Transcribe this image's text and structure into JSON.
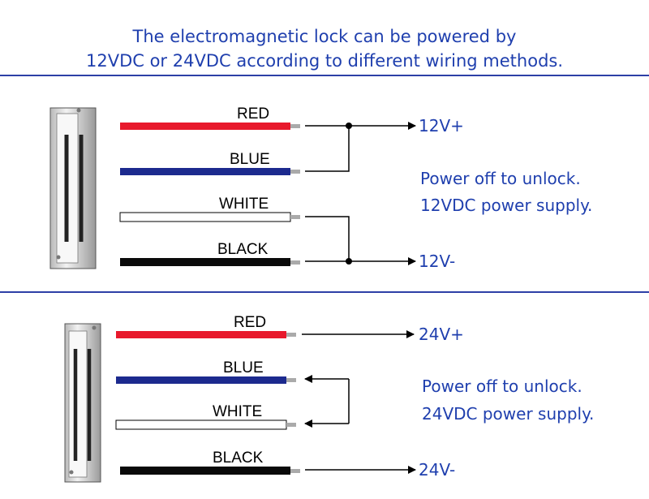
{
  "header": {
    "line1": "The electromagnetic lock can be powered by",
    "line2": "12VDC or 24VDC according to different wiring methods."
  },
  "colors": {
    "accent_blue": "#1f3fae",
    "divider": "#2d3fa6",
    "wire_red": "#e8192c",
    "wire_blue": "#1c2a8e",
    "wire_white": "#ffffff",
    "wire_black": "#0a0a0a"
  },
  "diagram12": {
    "wires": {
      "red": "RED",
      "blue": "BLUE",
      "white": "WHITE",
      "black": "BLACK"
    },
    "terminals": {
      "positive": "12V+",
      "negative": "12V-"
    },
    "note_line1": "Power off to unlock.",
    "note_line2": "12VDC power supply."
  },
  "diagram24": {
    "wires": {
      "red": "RED",
      "blue": "BLUE",
      "white": "WHITE",
      "black": "BLACK"
    },
    "terminals": {
      "positive": "24V+",
      "negative": "24V-"
    },
    "note_line1": "Power off to unlock.",
    "note_line2": "24VDC power supply."
  }
}
